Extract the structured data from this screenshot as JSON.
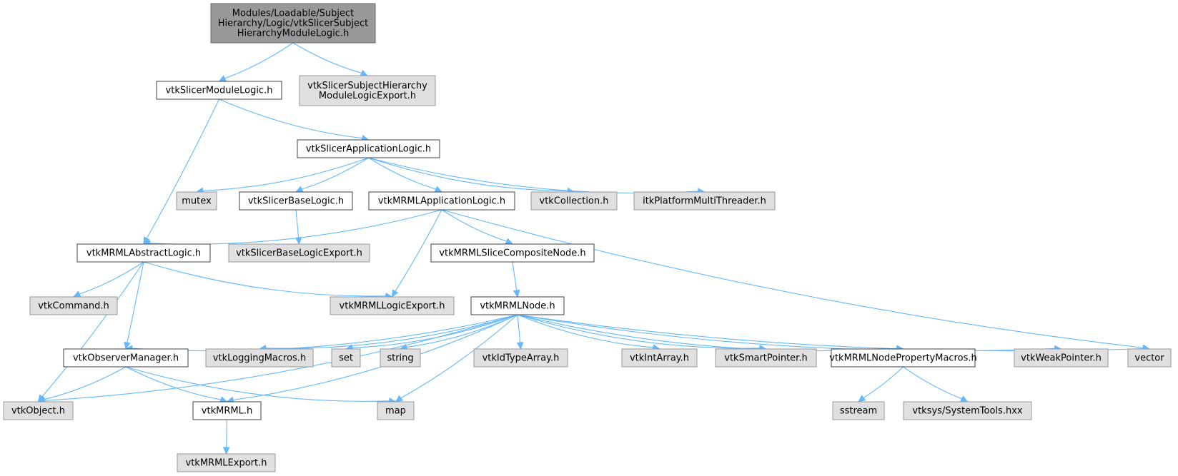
{
  "colors": {
    "edge": "#63b8ff",
    "root_fill": "#999999",
    "local_fill": "#ffffff",
    "external_fill": "#e0e0e0"
  },
  "nodes": [
    {
      "id": "root",
      "kind": "root",
      "lines": [
        "Modules/Loadable/Subject",
        "Hierarchy/Logic/vtkSlicerSubject",
        "HierarchyModuleLogic.h"
      ]
    },
    {
      "id": "vtkSlicerModuleLogic",
      "kind": "local",
      "lines": [
        "vtkSlicerModuleLogic.h"
      ]
    },
    {
      "id": "shExport",
      "kind": "ext",
      "lines": [
        "vtkSlicerSubjectHierarchy",
        "ModuleLogicExport.h"
      ]
    },
    {
      "id": "vtkSlicerApplicationLogic",
      "kind": "local",
      "lines": [
        "vtkSlicerApplicationLogic.h"
      ]
    },
    {
      "id": "mutex",
      "kind": "ext",
      "lines": [
        "mutex"
      ]
    },
    {
      "id": "vtkSlicerBaseLogic",
      "kind": "local",
      "lines": [
        "vtkSlicerBaseLogic.h"
      ]
    },
    {
      "id": "vtkMRMLApplicationLogic",
      "kind": "local",
      "lines": [
        "vtkMRMLApplicationLogic.h"
      ]
    },
    {
      "id": "vtkCollection",
      "kind": "ext",
      "lines": [
        "vtkCollection.h"
      ]
    },
    {
      "id": "itkPlatformMultiThreader",
      "kind": "ext",
      "lines": [
        "itkPlatformMultiThreader.h"
      ]
    },
    {
      "id": "vtkMRMLAbstractLogic",
      "kind": "local",
      "lines": [
        "vtkMRMLAbstractLogic.h"
      ]
    },
    {
      "id": "vtkSlicerBaseLogicExport",
      "kind": "ext",
      "lines": [
        "vtkSlicerBaseLogicExport.h"
      ]
    },
    {
      "id": "vtkMRMLSliceCompositeNode",
      "kind": "local",
      "lines": [
        "vtkMRMLSliceCompositeNode.h"
      ]
    },
    {
      "id": "vtkCommand",
      "kind": "ext",
      "lines": [
        "vtkCommand.h"
      ]
    },
    {
      "id": "vtkMRMLLogicExport",
      "kind": "ext",
      "lines": [
        "vtkMRMLLogicExport.h"
      ]
    },
    {
      "id": "vtkMRMLNode",
      "kind": "local",
      "lines": [
        "vtkMRMLNode.h"
      ]
    },
    {
      "id": "vtkObserverManager",
      "kind": "local",
      "lines": [
        "vtkObserverManager.h"
      ]
    },
    {
      "id": "vtkLoggingMacros",
      "kind": "ext",
      "lines": [
        "vtkLoggingMacros.h"
      ]
    },
    {
      "id": "set",
      "kind": "ext",
      "lines": [
        "set"
      ]
    },
    {
      "id": "string",
      "kind": "ext",
      "lines": [
        "string"
      ]
    },
    {
      "id": "vtkIdTypeArray",
      "kind": "ext",
      "lines": [
        "vtkIdTypeArray.h"
      ]
    },
    {
      "id": "vtkIntArray",
      "kind": "ext",
      "lines": [
        "vtkIntArray.h"
      ]
    },
    {
      "id": "vtkSmartPointer",
      "kind": "ext",
      "lines": [
        "vtkSmartPointer.h"
      ]
    },
    {
      "id": "vtkMRMLNodePropertyMacros",
      "kind": "local",
      "lines": [
        "vtkMRMLNodePropertyMacros.h"
      ]
    },
    {
      "id": "vtkWeakPointer",
      "kind": "ext",
      "lines": [
        "vtkWeakPointer.h"
      ]
    },
    {
      "id": "vector",
      "kind": "ext",
      "lines": [
        "vector"
      ]
    },
    {
      "id": "vtkObject",
      "kind": "ext",
      "lines": [
        "vtkObject.h"
      ]
    },
    {
      "id": "vtkMRML",
      "kind": "local",
      "lines": [
        "vtkMRML.h"
      ]
    },
    {
      "id": "map",
      "kind": "ext",
      "lines": [
        "map"
      ]
    },
    {
      "id": "sstream",
      "kind": "ext",
      "lines": [
        "sstream"
      ]
    },
    {
      "id": "vtksysSystemTools",
      "kind": "ext",
      "lines": [
        "vtksys/SystemTools.hxx"
      ]
    },
    {
      "id": "vtkMRMLExport",
      "kind": "ext",
      "lines": [
        "vtkMRMLExport.h"
      ]
    }
  ],
  "edges": [
    [
      "root",
      "vtkSlicerModuleLogic"
    ],
    [
      "root",
      "shExport"
    ],
    [
      "vtkSlicerModuleLogic",
      "vtkSlicerApplicationLogic"
    ],
    [
      "vtkSlicerModuleLogic",
      "vtkMRMLAbstractLogic"
    ],
    [
      "vtkSlicerApplicationLogic",
      "mutex"
    ],
    [
      "vtkSlicerApplicationLogic",
      "vtkSlicerBaseLogic"
    ],
    [
      "vtkSlicerApplicationLogic",
      "vtkMRMLApplicationLogic"
    ],
    [
      "vtkSlicerApplicationLogic",
      "vtkCollection"
    ],
    [
      "vtkSlicerApplicationLogic",
      "itkPlatformMultiThreader"
    ],
    [
      "vtkSlicerBaseLogic",
      "vtkSlicerBaseLogicExport"
    ],
    [
      "vtkMRMLApplicationLogic",
      "vtkMRMLAbstractLogic"
    ],
    [
      "vtkMRMLApplicationLogic",
      "vtkMRMLLogicExport"
    ],
    [
      "vtkMRMLApplicationLogic",
      "vtkMRMLSliceCompositeNode"
    ],
    [
      "vtkMRMLApplicationLogic",
      "vector"
    ],
    [
      "vtkMRMLAbstractLogic",
      "vtkObject"
    ],
    [
      "vtkMRMLAbstractLogic",
      "vtkCommand"
    ],
    [
      "vtkMRMLAbstractLogic",
      "vtkObserverManager"
    ],
    [
      "vtkMRMLAbstractLogic",
      "vtkMRMLLogicExport"
    ],
    [
      "vtkMRMLSliceCompositeNode",
      "vtkMRMLNode"
    ],
    [
      "vtkMRMLNode",
      "vtkObject"
    ],
    [
      "vtkMRMLNode",
      "vtkObserverManager"
    ],
    [
      "vtkMRMLNode",
      "vtkLoggingMacros"
    ],
    [
      "vtkMRMLNode",
      "set"
    ],
    [
      "vtkMRMLNode",
      "string"
    ],
    [
      "vtkMRMLNode",
      "vtkIdTypeArray"
    ],
    [
      "vtkMRMLNode",
      "vtkIntArray"
    ],
    [
      "vtkMRMLNode",
      "vtkSmartPointer"
    ],
    [
      "vtkMRMLNode",
      "vtkMRMLNodePropertyMacros"
    ],
    [
      "vtkMRMLNode",
      "vtkWeakPointer"
    ],
    [
      "vtkMRMLNode",
      "vector"
    ],
    [
      "vtkMRMLNode",
      "vtkMRML"
    ],
    [
      "vtkMRMLNode",
      "map"
    ],
    [
      "vtkObserverManager",
      "vtkObject"
    ],
    [
      "vtkObserverManager",
      "vtkMRML"
    ],
    [
      "vtkObserverManager",
      "map"
    ],
    [
      "vtkMRMLNodePropertyMacros",
      "sstream"
    ],
    [
      "vtkMRMLNodePropertyMacros",
      "vtksysSystemTools"
    ],
    [
      "vtkMRML",
      "vtkMRMLExport"
    ]
  ]
}
